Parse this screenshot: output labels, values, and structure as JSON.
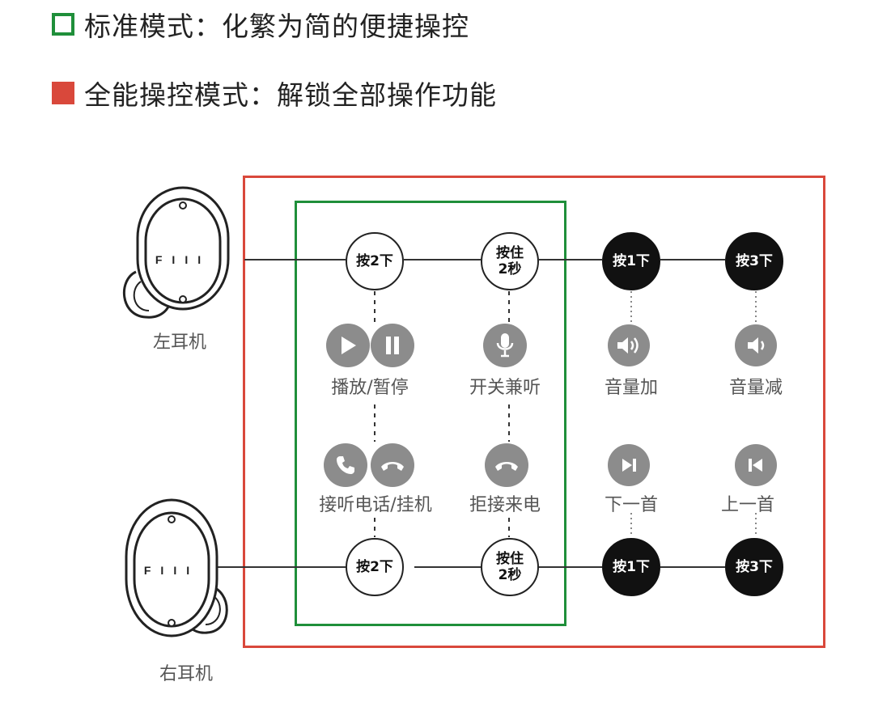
{
  "legend": {
    "standard": "标准模式：化繁为简的便捷操控",
    "full": "全能操控模式：解锁全部操作功能",
    "standard_color": "#1f8f3a",
    "full_color": "#d9483b"
  },
  "earbuds": {
    "left_label": "左耳机",
    "right_label": "右耳机",
    "brand": "FIII"
  },
  "buttons": {
    "double_tap": "按2下",
    "hold_line1": "按住",
    "hold_line2": "2秒",
    "single_tap": "按1下",
    "triple_tap": "按3下"
  },
  "functions": {
    "play_pause": "播放/暂停",
    "ambient": "开关兼听",
    "volume_up": "音量加",
    "volume_down": "音量减",
    "answer_hangup": "接听电话/挂机",
    "reject": "拒接来电",
    "next": "下一首",
    "previous": "上一首"
  },
  "icons": {
    "play": "play-icon",
    "pause": "pause-icon",
    "mic": "microphone-icon",
    "vol_up": "volume-up-icon",
    "vol_down": "volume-down-icon",
    "phone": "phone-icon",
    "hangup": "hang-up-icon",
    "next": "next-track-icon",
    "prev": "previous-track-icon"
  }
}
